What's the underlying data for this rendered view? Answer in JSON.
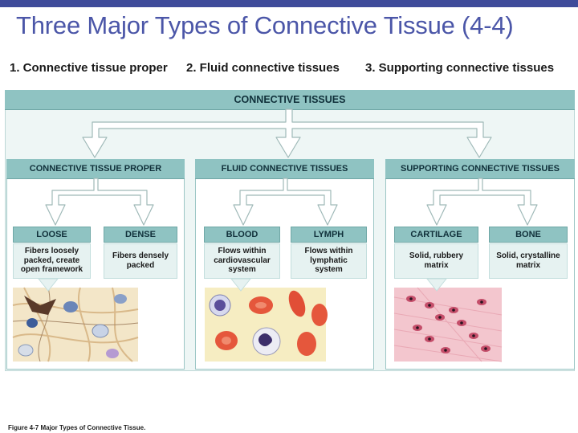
{
  "title": "Three Major Types of Connective Tissue (4-4)",
  "subtitles": [
    "1. Connective tissue proper",
    "2. Fluid connective tissues",
    "3. Supporting connective tissues"
  ],
  "root": "CONNECTIVE TISSUES",
  "groups": [
    {
      "name": "CONNECTIVE TISSUE PROPER",
      "children": [
        {
          "label": "LOOSE",
          "desc": [
            "Fibers loosely",
            "packed, create",
            "open framework"
          ]
        },
        {
          "label": "DENSE",
          "desc": [
            "Fibers densely",
            "packed"
          ]
        }
      ]
    },
    {
      "name": "FLUID CONNECTIVE TISSUES",
      "children": [
        {
          "label": "BLOOD",
          "desc": [
            "Flows within",
            "cardiovascular",
            "system"
          ]
        },
        {
          "label": "LYMPH",
          "desc": [
            "Flows within",
            "lymphatic",
            "system"
          ]
        }
      ]
    },
    {
      "name": "SUPPORTING CONNECTIVE TISSUES",
      "children": [
        {
          "label": "CARTILAGE",
          "desc": [
            "Solid, rubbery",
            "matrix"
          ]
        },
        {
          "label": "BONE",
          "desc": [
            "Solid, crystalline",
            "matrix"
          ]
        }
      ]
    }
  ],
  "caption": "Figure 4-7 Major Types of Connective Tissue.",
  "colors": {
    "accent": "#4b56a8",
    "header": "#8fc3c2",
    "panel": "#eef6f5"
  }
}
